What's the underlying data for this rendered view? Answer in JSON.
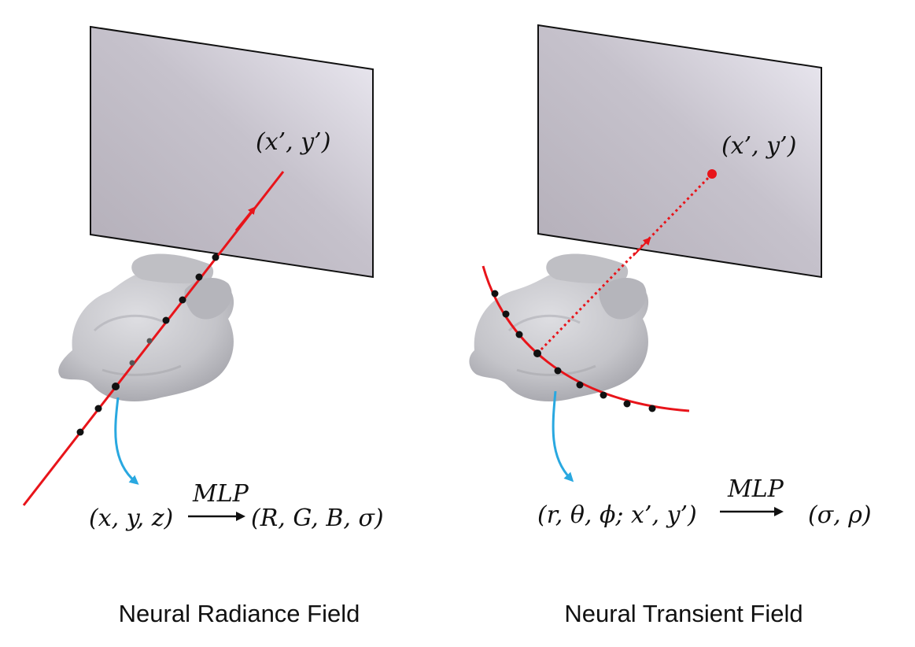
{
  "left_panel": {
    "title": "Neural Radiance Field",
    "pixel_label": "(x’, y’)",
    "input_label": "(x, y, z)",
    "mlp_label": "MLP",
    "output_label": "(R, G, B, σ)"
  },
  "right_panel": {
    "title": "Neural Transient Field",
    "pixel_label": "(x’, y’)",
    "input_label": "(r, θ, ϕ; x’, y’)",
    "mlp_label": "MLP",
    "output_label": "(σ, ρ)"
  },
  "colors": {
    "ray": "#e8141a",
    "sample_point": "#111111",
    "pointer": "#29a8e0",
    "sensor_plane": "#c4c0cb",
    "bunny": "#c7c7cc"
  }
}
